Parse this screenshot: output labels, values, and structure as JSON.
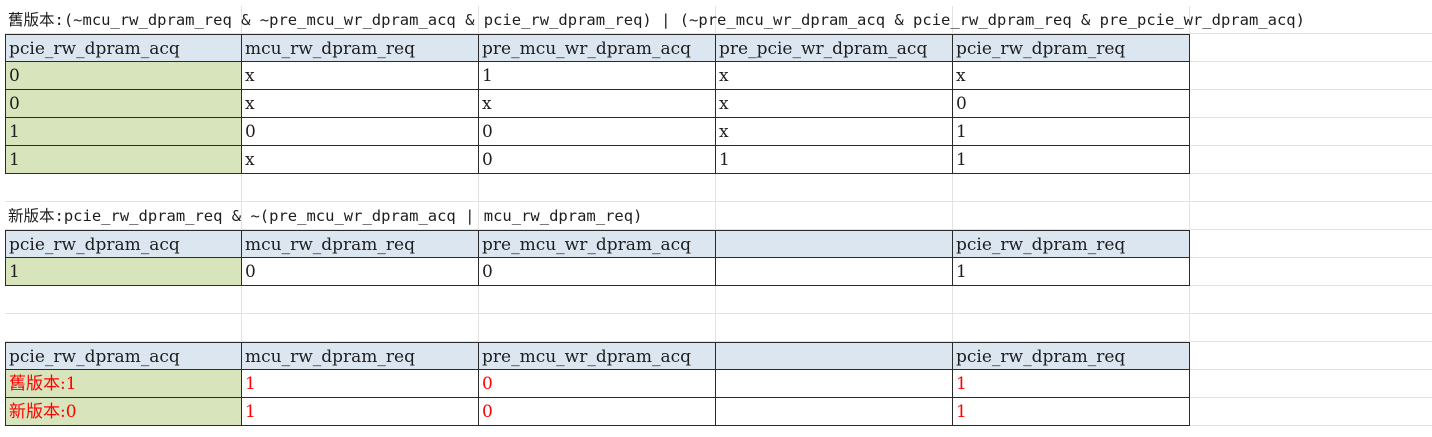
{
  "old_formula": "舊版本:(~mcu_rw_dpram_req & ~pre_mcu_wr_dpram_acq & pcie_rw_dpram_req) | (~pre_mcu_wr_dpram_acq & pcie_rw_dpram_req & pre_pcie_wr_dpram_acq)",
  "new_formula": "新版本:pcie_rw_dpram_req & ~(pre_mcu_wr_dpram_acq | mcu_rw_dpram_req)",
  "table1": {
    "headers": [
      "pcie_rw_dpram_acq",
      "mcu_rw_dpram_req",
      "pre_mcu_wr_dpram_acq",
      "pre_pcie_wr_dpram_acq",
      "pcie_rw_dpram_req"
    ],
    "rows": [
      [
        "0",
        "x",
        "1",
        "x",
        "x"
      ],
      [
        "0",
        "x",
        "x",
        "x",
        "0"
      ],
      [
        "1",
        "0",
        "0",
        "x",
        "1"
      ],
      [
        "1",
        "x",
        "0",
        "1",
        "1"
      ]
    ]
  },
  "table2": {
    "headers": [
      "pcie_rw_dpram_acq",
      "mcu_rw_dpram_req",
      "pre_mcu_wr_dpram_acq",
      "",
      "pcie_rw_dpram_req"
    ],
    "rows": [
      [
        "1",
        "0",
        "0",
        "",
        "1"
      ]
    ]
  },
  "table3": {
    "headers": [
      "pcie_rw_dpram_acq",
      "mcu_rw_dpram_req",
      "pre_mcu_wr_dpram_acq",
      "",
      "pcie_rw_dpram_req"
    ],
    "rows": [
      [
        "舊版本:1",
        "1",
        "0",
        "",
        "1"
      ],
      [
        "新版本:0",
        "1",
        "0",
        "",
        "1"
      ]
    ]
  },
  "colors": {
    "header_bg": "#dce6f1",
    "acq_col_bg": "#d8e4bc",
    "highlight_text": "#ff0000"
  }
}
